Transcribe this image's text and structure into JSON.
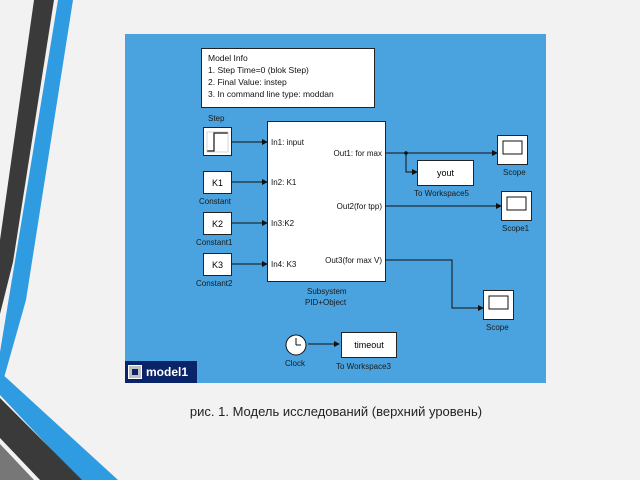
{
  "model_info": {
    "title": "Model Info",
    "lines": [
      "1. Step Time=0 (blok Step)",
      "2. Final Value: instep",
      "3. In command line type: moddan"
    ]
  },
  "blocks": {
    "step_label": "Step",
    "k1_text": "K1",
    "k1_label": "Constant",
    "k2_text": "K2",
    "k2_label": "Constant1",
    "k3_text": "K3",
    "k3_label": "Constant2",
    "subsystem_in1": "In1: input",
    "subsystem_in2": "In2: K1",
    "subsystem_in3": "In3:K2",
    "subsystem_in4": "In4: K3",
    "subsystem_out1": "Out1: for max",
    "subsystem_out2": "Out2(for tpp)",
    "subsystem_out3": "Out3(for max V)",
    "subsystem_label1": "Subsystem",
    "subsystem_label2": "PID+Object",
    "yout_text": "yout",
    "yout_label": "To Workspace5",
    "scope_label": "Scope",
    "scope1_label": "Scope1",
    "scope2_label": "Scope",
    "clock_label": "Clock",
    "timeout_text": "timeout",
    "timeout_label": "To Workspace3"
  },
  "window": {
    "title": "model1"
  },
  "caption": "рис. 1. Модель исследований (верхний уровень)",
  "colors": {
    "stripe_dark": "#3a3a3a",
    "stripe_blue": "#2f9be0",
    "model_bg": "#4aa3df",
    "titlebar": "#0a246a"
  }
}
